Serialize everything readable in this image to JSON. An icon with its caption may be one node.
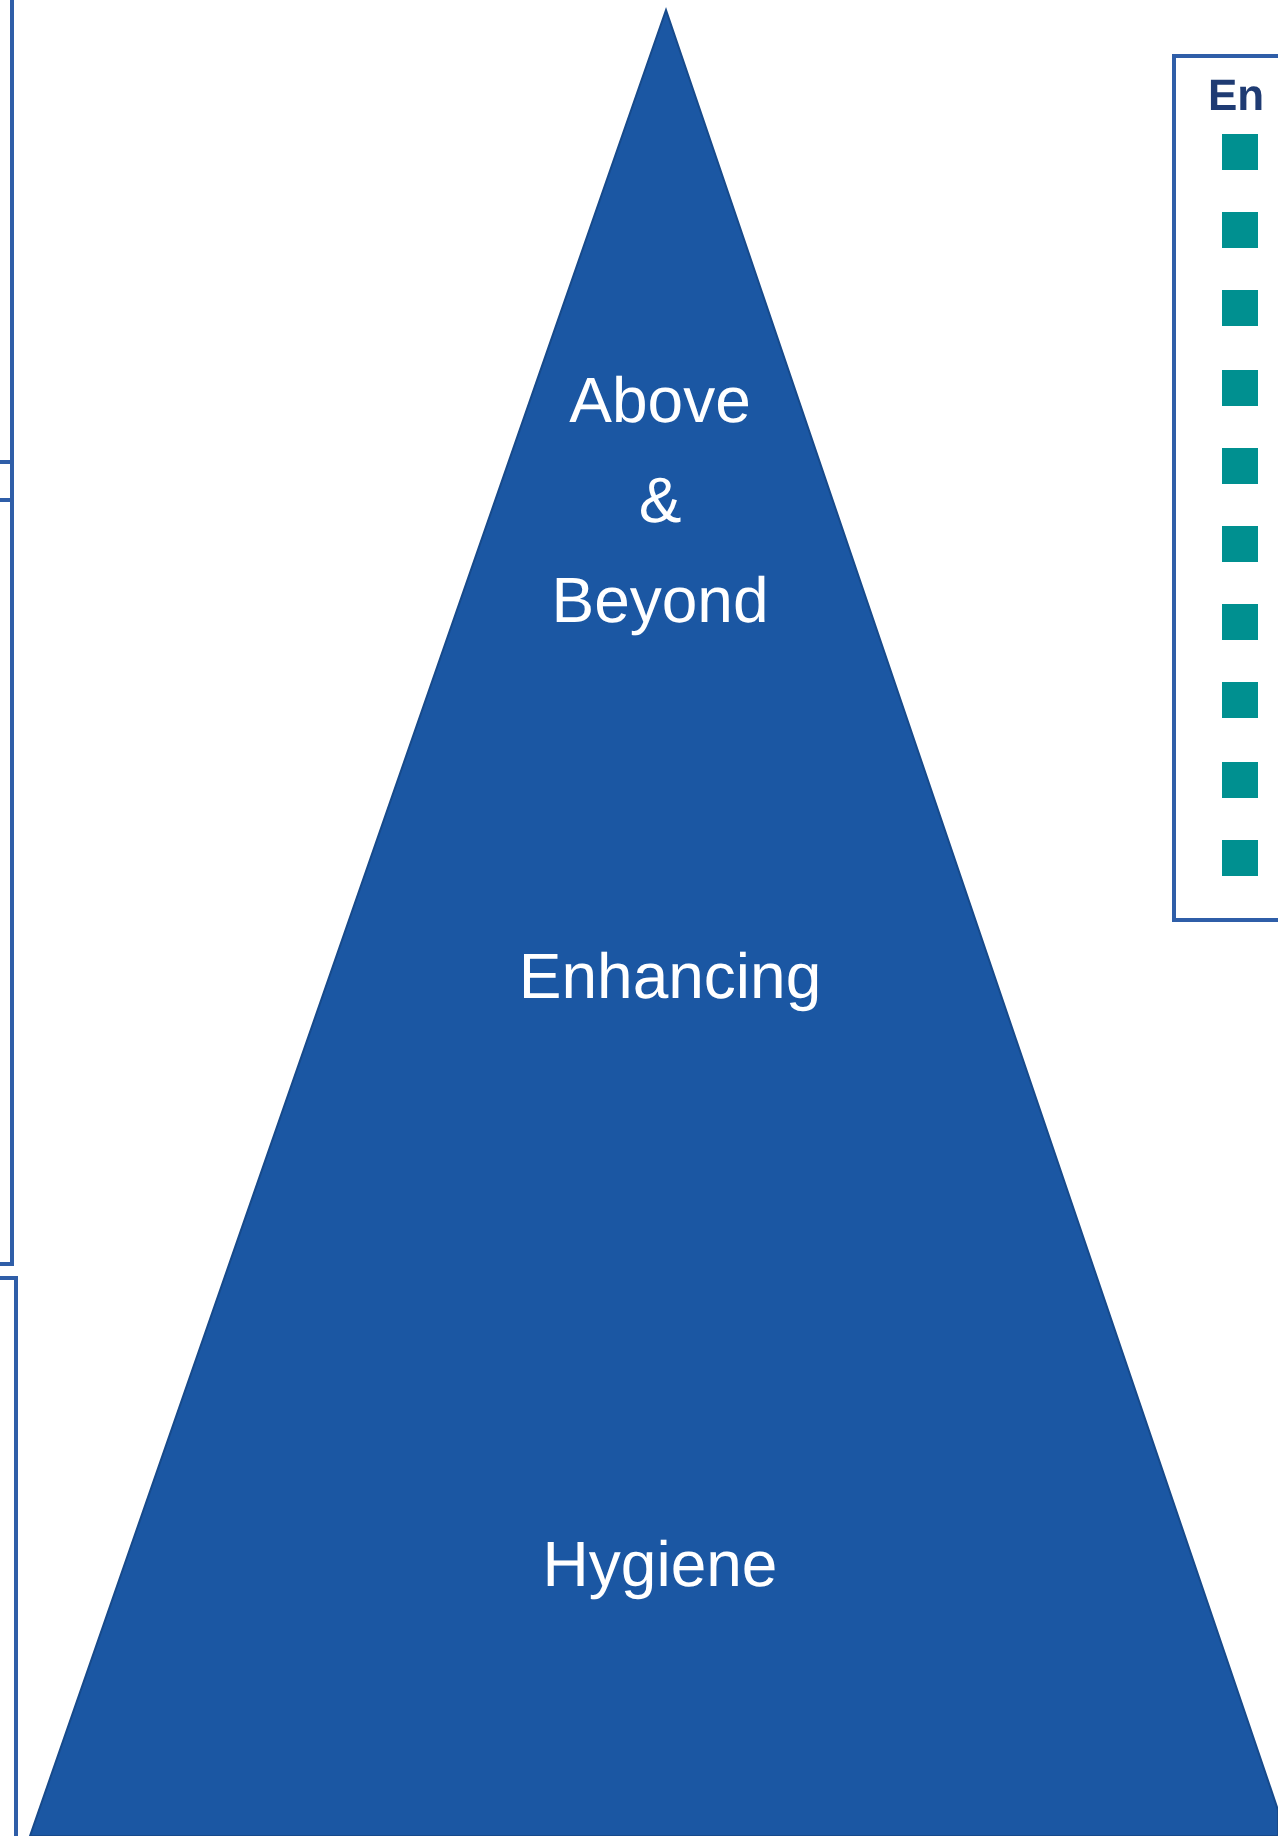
{
  "diagram": {
    "nodes": [
      {
        "text": [],
        "shape": "box"
      },
      {
        "text": [],
        "shape": "box"
      },
      {
        "text": [],
        "shape": "box"
      },
      {
        "text": [
          "Above & Beyond",
          "Enhancing",
          "Hygiene"
        ]
      },
      {
        "text": [
          "En"
        ]
      }
    ]
  }
}
